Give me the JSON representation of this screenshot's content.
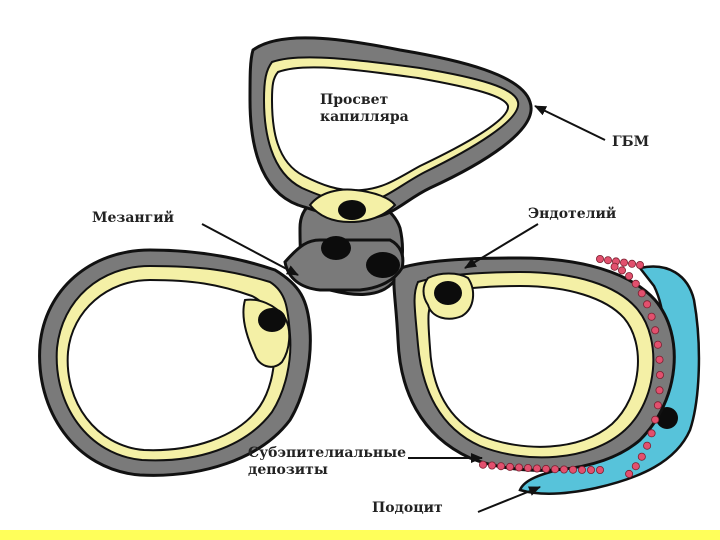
{
  "labels": {
    "lumen_line1": "Просвет",
    "lumen_line2": "капилляра",
    "gbm": "ГБМ",
    "mesangium": "Мезангий",
    "endothelium": "Эндотелий",
    "deposits_line1": "Субэпителиальные",
    "deposits_line2": "депозиты",
    "podocyte": "Подоцит"
  },
  "colors": {
    "membrane": "#7a7a7a",
    "outline": "#111111",
    "endothelium": "#f4f0a6",
    "podocyte": "#57c3da",
    "deposit": "#e2506e",
    "nucleus": "#0c0c0c",
    "bottom_strip": "#ffff5a"
  }
}
